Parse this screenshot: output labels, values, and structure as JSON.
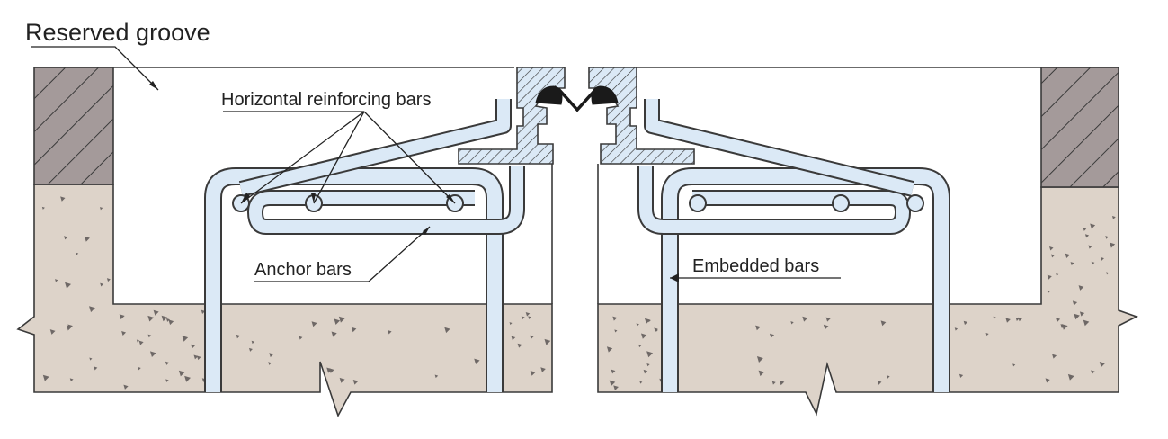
{
  "labels": {
    "reserved_groove": "Reserved groove",
    "horizontal_reinforcing_bars": "Horizontal reinforcing bars",
    "anchor_bars": "Anchor bars",
    "embedded_bars": "Embedded bars"
  },
  "colors": {
    "concrete": "#ddd3c9",
    "aggregate": "#6e6866",
    "masonry": "#a49a9a",
    "rebar": "#dbe9f6",
    "outline": "#3a3a3a",
    "seal": "#1a1a1a"
  }
}
